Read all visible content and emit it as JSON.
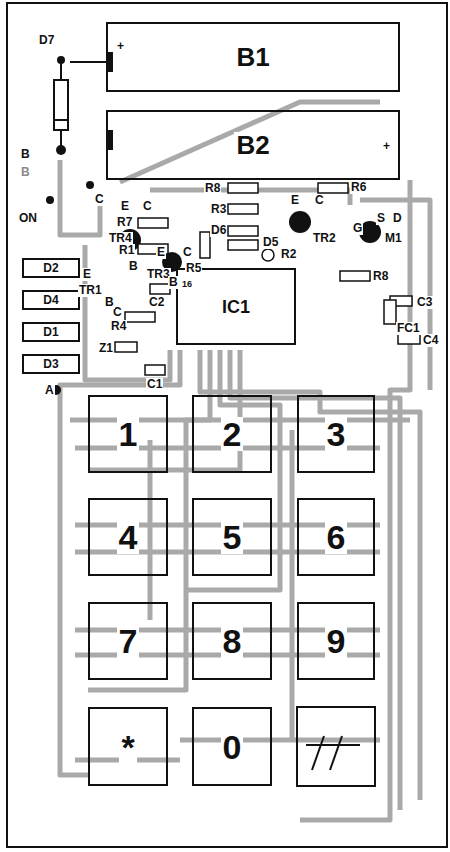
{
  "diagram": {
    "nodes": [
      {
        "text": [
          "B1"
        ]
      },
      {
        "text": [
          "B2"
        ]
      },
      {
        "text": [
          "D2"
        ]
      },
      {
        "text": [
          "D4"
        ]
      },
      {
        "text": [
          "D1"
        ]
      },
      {
        "text": [
          "D3"
        ]
      },
      {
        "text": [
          "IC1"
        ]
      },
      {
        "text": [
          "1"
        ]
      },
      {
        "text": [
          "2"
        ]
      },
      {
        "text": [
          "3"
        ]
      },
      {
        "text": [
          "4"
        ]
      },
      {
        "text": [
          "5"
        ]
      },
      {
        "text": [
          "6"
        ]
      },
      {
        "text": [
          "7"
        ]
      },
      {
        "text": [
          "8"
        ]
      },
      {
        "text": [
          "9"
        ]
      },
      {
        "text": [
          "*"
        ]
      },
      {
        "text": [
          "0"
        ]
      }
    ],
    "labels": [
      "D7",
      "+",
      "+",
      "B",
      "B",
      "ON",
      "C",
      "R8",
      "R6",
      "R7",
      "TR4",
      "E",
      "C",
      "R3",
      "D6",
      "D5",
      "TR2",
      "E",
      "C",
      "M1",
      "G",
      "S",
      "D",
      "R1",
      "B",
      "TR3",
      "E",
      "C",
      "R5",
      "B",
      "R2",
      "R8",
      "C3",
      "C4",
      "FC1",
      "TR1",
      "E",
      "C",
      "B",
      "C2",
      "R4",
      "Z1",
      "C1",
      "A",
      "16"
    ]
  }
}
